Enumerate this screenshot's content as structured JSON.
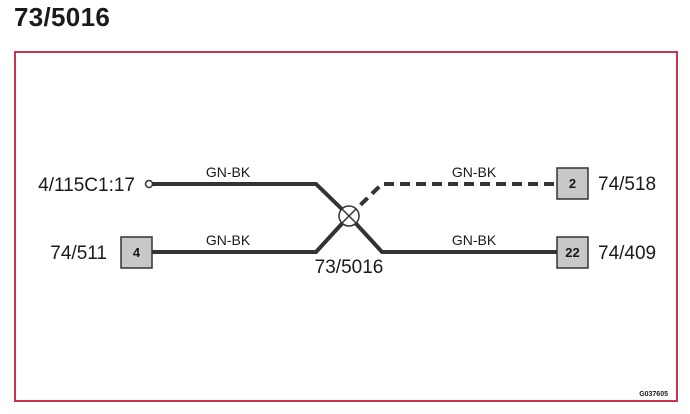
{
  "title": "73/5016",
  "diagram": {
    "splice_label": "73/5016",
    "left_top": {
      "label": "4/115C1:17"
    },
    "left_bottom": {
      "label": "74/511",
      "pin": "4"
    },
    "right_top": {
      "label": "74/518",
      "pin": "2"
    },
    "right_bottom": {
      "label": "74/409",
      "pin": "22"
    },
    "wires": {
      "left_top": "GN-BK",
      "left_bottom": "GN-BK",
      "right_top": "GN-BK",
      "right_bottom": "GN-BK"
    },
    "figure_code": "G037605"
  },
  "colors": {
    "frame": "#c8354d",
    "wire": "#333333",
    "connector_fill": "#c8c8c8"
  }
}
